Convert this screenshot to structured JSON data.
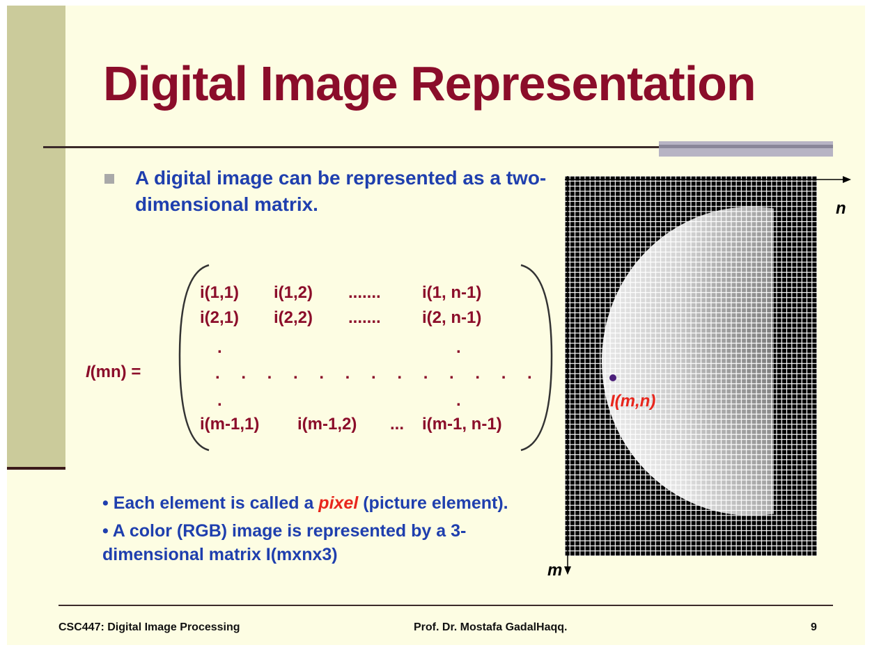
{
  "slide": {
    "title": "Digital Image Representation",
    "bullet": "A digital image can be represented as a two-dimensional matrix.",
    "matrix": {
      "label_symbol": "I",
      "label_rest": "(mn) =",
      "row1": [
        "i(1,1)",
        "i(1,2)",
        ".......",
        "i(1, n-1)"
      ],
      "row2": [
        "i(2,1)",
        "i(2,2)",
        ".......",
        "i(2, n-1)"
      ],
      "dot": ".",
      "dots_row": ". . . . . . . . . . . . .",
      "row_last": [
        "i(m-1,1)",
        "i(m-1,2)",
        "...",
        "i(m-1, n-1)"
      ]
    },
    "sub1_before": "• Each element is called a ",
    "sub1_pixel": "pixel",
    "sub1_after": " (picture element).",
    "sub2": "• A color (RGB) image is represented by a 3-dimensional matrix   I(mxnx3)",
    "figure": {
      "axis_n": "n",
      "axis_m": "m",
      "pixel_label": "I(m,n)"
    }
  },
  "footer": {
    "course": "CSC447: Digital Image Processing",
    "author": "Prof.  Dr. Mostafa GadalHaqq.",
    "page": "9"
  }
}
